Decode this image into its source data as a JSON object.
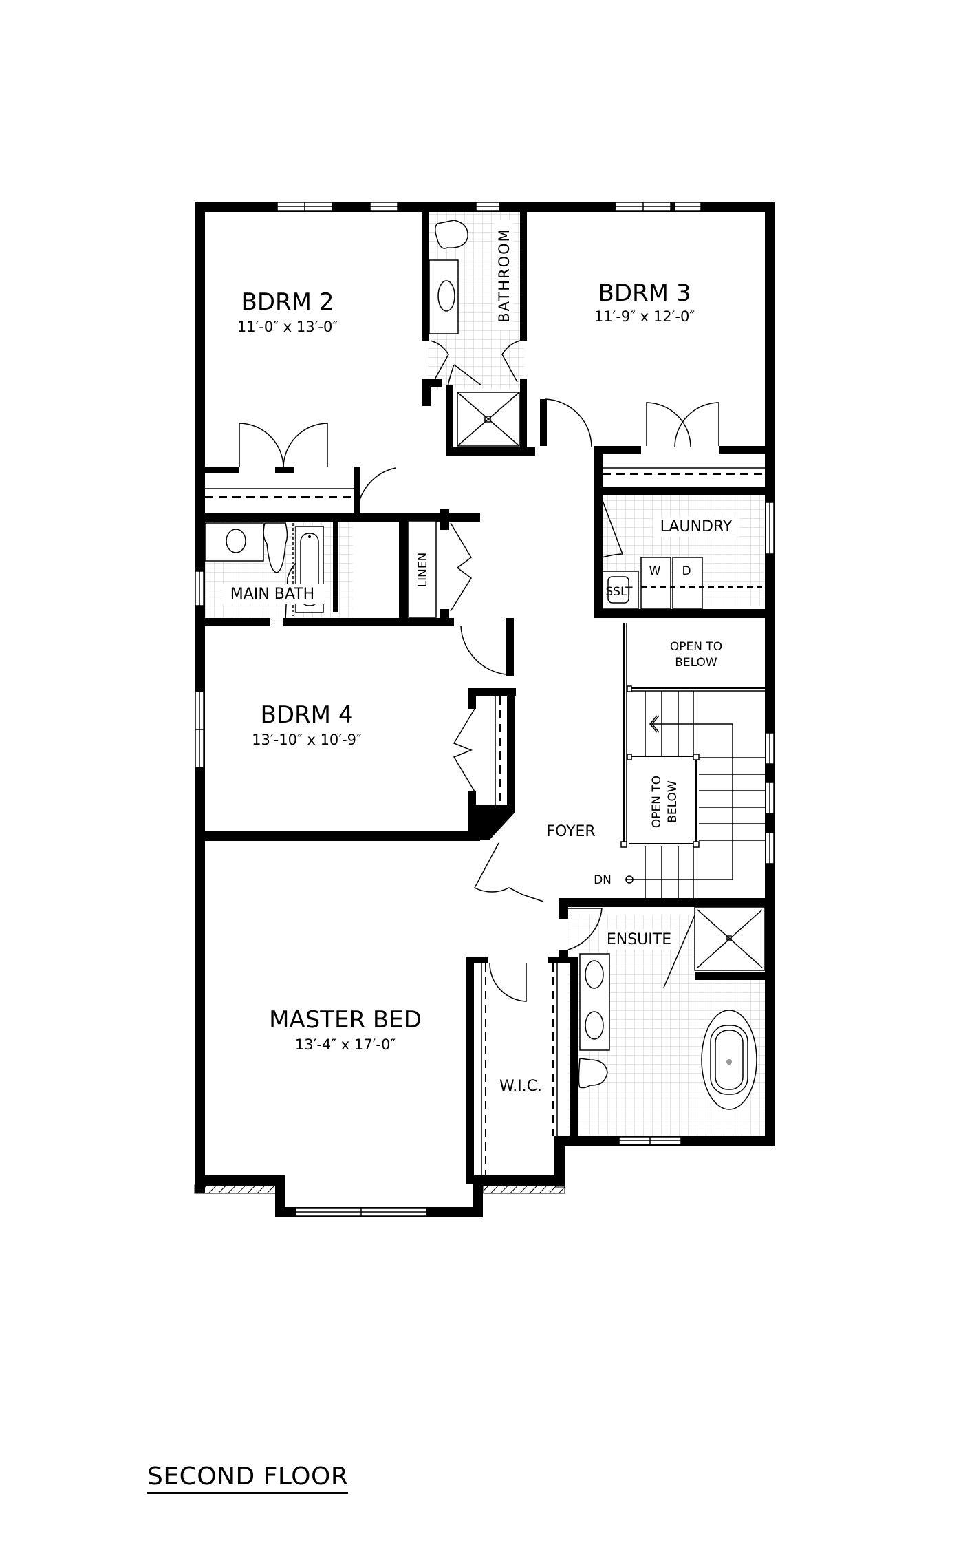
{
  "floor_title": "SECOND FLOOR",
  "rooms": {
    "bdrm2": {
      "name": "BDRM 2",
      "dimensions": "11′-0″ x 13′-0″"
    },
    "bdrm3": {
      "name": "BDRM 3",
      "dimensions": "11′-9″ x 12′-0″"
    },
    "bdrm4": {
      "name": "BDRM 4",
      "dimensions": "13′-10″ x 10′-9″"
    },
    "master": {
      "name": "MASTER BED",
      "dimensions": "13′-4″ x 17′-0″"
    },
    "bathroom": {
      "name": "BATHROOM"
    },
    "main_bath": {
      "name": "MAIN BATH"
    },
    "linen": {
      "name": "LINEN"
    },
    "laundry": {
      "name": "LAUNDRY"
    },
    "washer": {
      "name": "W"
    },
    "dryer": {
      "name": "D"
    },
    "sink": {
      "name": "SSLT"
    },
    "open_below_1": {
      "line1": "OPEN TO",
      "line2": "BELOW"
    },
    "open_below_2": {
      "line1": "OPEN TO",
      "line2": "BELOW"
    },
    "foyer": {
      "name": "FOYER"
    },
    "stairs": {
      "label": "DN"
    },
    "ensuite": {
      "name": "ENSUITE"
    },
    "wic": {
      "name": "W.I.C."
    }
  },
  "colors": {
    "wall": "#000000",
    "background": "#ffffff",
    "tile": "#c8c8c8"
  }
}
